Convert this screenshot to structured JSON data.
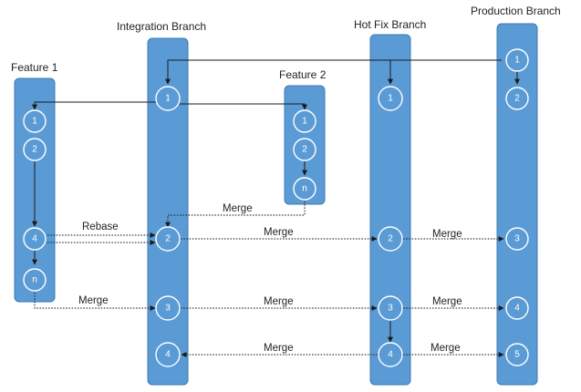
{
  "lanes": {
    "feature1": {
      "title": "Feature 1",
      "nodes": [
        "1",
        "2",
        "4",
        "n"
      ]
    },
    "integration": {
      "title": "Integration Branch",
      "nodes": [
        "1",
        "2",
        "3",
        "4"
      ]
    },
    "feature2": {
      "title": "Feature 2",
      "nodes": [
        "1",
        "2",
        "n"
      ]
    },
    "hotfix": {
      "title": "Hot Fix Branch",
      "nodes": [
        "1",
        "2",
        "3",
        "4"
      ]
    },
    "production": {
      "title": "Production Branch",
      "nodes": [
        "1",
        "2",
        "3",
        "4",
        "5"
      ]
    }
  },
  "edge_labels": {
    "rebase": "Rebase",
    "merge_feature2_to_integration": "Merge",
    "merge_integration_to_hotfix": "Merge",
    "merge_hotfix_to_production_2": "Merge",
    "merge_feature1_to_integration": "Merge",
    "merge_integration_to_hotfix_3": "Merge",
    "merge_hotfix_to_production_3": "Merge",
    "merge_hotfix_to_integration_4": "Merge",
    "merge_hotfix_to_production_4": "Merge"
  },
  "colors": {
    "lane_fill": "#5b9bd5",
    "arrow": "#1a1a1a"
  }
}
